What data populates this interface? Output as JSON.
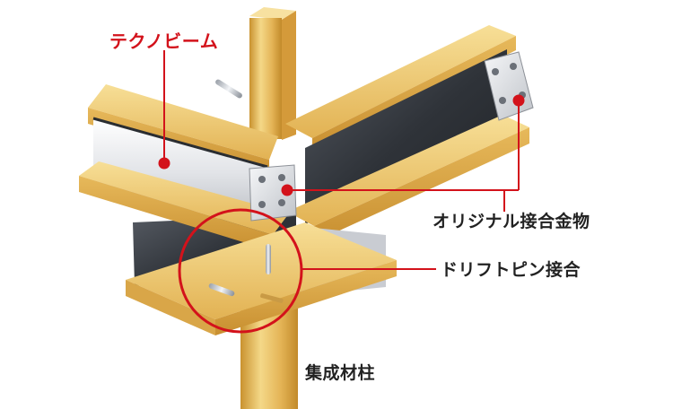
{
  "labels": {
    "technobeam": "テクノビーム",
    "original_hardware": "オリジナル接合金物",
    "drift_pin": "ドリフトピン接合",
    "glulam_column": "集成材柱"
  },
  "colors": {
    "accent_red": "#d3121b",
    "wood_light": "#f3d57f",
    "wood_mid": "#e1b04f",
    "wood_dark": "#c48a2c",
    "steel_light": "#e6e8ec",
    "steel_dark": "#3a3e45",
    "text": "#222222"
  }
}
